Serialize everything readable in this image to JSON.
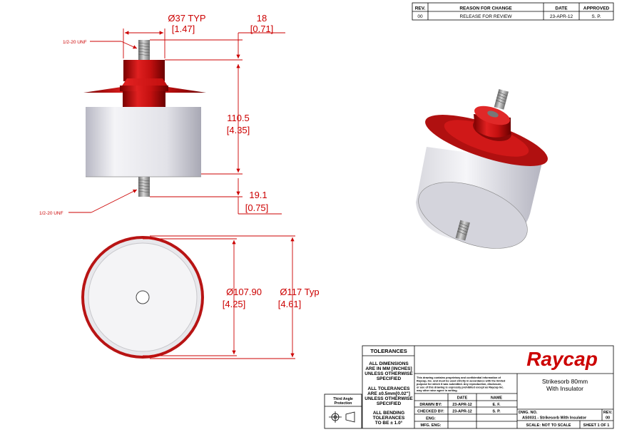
{
  "revision_block": {
    "headers": {
      "rev": "REV.",
      "reason": "REASON FOR CHANGE",
      "date": "DATE",
      "approved": "APPROVED"
    },
    "row": {
      "rev": "00",
      "reason": "RELEASE FOR REVIEW",
      "date": "23-APR-12",
      "approved": "S. P."
    }
  },
  "dimensions": {
    "stud_dia": "Ø37  TYP",
    "stud_dia_in": "[1.47]",
    "top_stud_len": "18",
    "top_stud_len_in": "[0.71]",
    "body_height": "110.5",
    "body_height_in": "[4.35]",
    "bottom_stud_len": "19.1",
    "bottom_stud_len_in": "[0.75]",
    "thread_top": "1/2-20 UNF",
    "thread_bottom": "1/2-20 UNF",
    "inner_dia": "Ø107.90",
    "inner_dia_in": "[4.25]",
    "outer_dia": "Ø117 Typ",
    "outer_dia_in": "[4.61]"
  },
  "title_block": {
    "tolerances_header": "TOLERANCES",
    "tol_line1": "ALL DIMENSIONS",
    "tol_line2": "ARE IN MM [INCHES]",
    "tol_line3": "UNLESS OTHERWISE",
    "tol_line4": "SPECIFIED",
    "tol_line5": "ALL TOLERANCES",
    "tol_line6": "ARE ±0.5mm[0.02\"]",
    "tol_line7": "UNLESS OTHERWISE",
    "tol_line8": "SPECIFIED",
    "tol_line9": "ALL BENDING",
    "tol_line10": "TOLERANCES",
    "tol_line11": "TO BE ± 1.0°",
    "projection_line1": "Third Angle",
    "projection_line2": "Protection",
    "logo": "Raycap",
    "notice_1": "This drawing contains proprietary and confidential information of",
    "notice_2": "Raycap, Inc. and must be used strictly in accordance with the limited",
    "notice_3": "purpose for which it was submitted. Any reproduction, disclosure,",
    "notice_4": "or use of this drawing is expressly prohibited except as Raycap Inc.",
    "notice_5": "may other wise agree in writing.",
    "desc_line1": "Strikesorb 80mm",
    "desc_line2": "With Insulator",
    "col_date": "DATE",
    "col_name": "NAME",
    "drawn_label": "DRAWN BY:",
    "drawn_date": "23-APR-12",
    "drawn_name": "E. F.",
    "checked_label": "CHECKED BY:",
    "checked_date": "23-APR-12",
    "checked_name": "S. P.",
    "eng_label": "ENG:",
    "mfg_label": "MFG. ENG:",
    "dwg_no_label": "DWG. NO.",
    "dwg_no": "AS0031 - Strikesorb With Insulator",
    "rev_label": "REV.",
    "rev_value": "00",
    "scale": "SCALE: NOT TO SCALE",
    "sheet": "SHEET 1 OF 1"
  },
  "colors": {
    "dimension": "#cc0000",
    "flange": "#c0161a",
    "body": "#e6e6ea",
    "logo": "#cc0000"
  }
}
